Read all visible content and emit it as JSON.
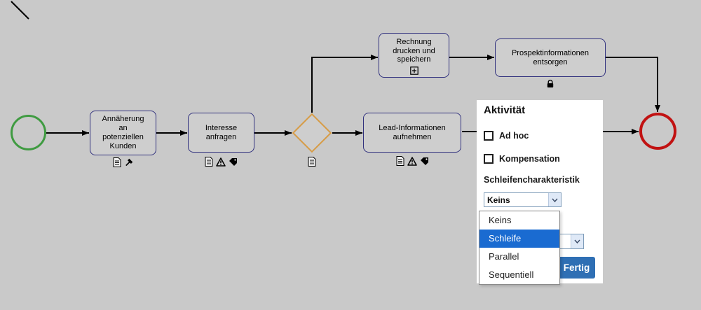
{
  "window": {
    "background": "#c9c9c9"
  },
  "diagram": {
    "start_event": {
      "type": "start",
      "color": "#3f9b41"
    },
    "end_event": {
      "type": "end",
      "color": "#c11212"
    },
    "gateway": {
      "type": "exclusive",
      "color": "#d79b44",
      "markers": [
        "document"
      ]
    },
    "task_border_color": "#31317e",
    "tasks": [
      {
        "label": "Annäherung\nan\npotenziellen\nKunden",
        "markers": [
          "document",
          "hammer"
        ]
      },
      {
        "label": "Interesse\nanfragen",
        "markers": [
          "document",
          "warning",
          "tag"
        ]
      },
      {
        "label": "Lead-Informationen\naufnehmen",
        "markers": [
          "document",
          "warning",
          "tag"
        ]
      },
      {
        "label": "Rechnung\ndrucken und\nspeichern",
        "markers": [
          "subprocess-plus"
        ]
      },
      {
        "label": "Prospektinformationen\nentsorgen",
        "markers": [
          "lock"
        ]
      }
    ]
  },
  "popup": {
    "title": "Aktivität",
    "checkboxes": [
      {
        "label": "Ad hoc",
        "checked": false
      },
      {
        "label": "Kompensation",
        "checked": false
      }
    ],
    "section_label": "Schleifencharakteristik",
    "loop_select": {
      "value": "Keins"
    },
    "dropdown": {
      "options": [
        "Keins",
        "Schleife",
        "Parallel",
        "Sequentiell"
      ],
      "highlighted": "Schleife",
      "highlight_color": "#1a6bd1"
    },
    "done_button": "Fertig"
  }
}
